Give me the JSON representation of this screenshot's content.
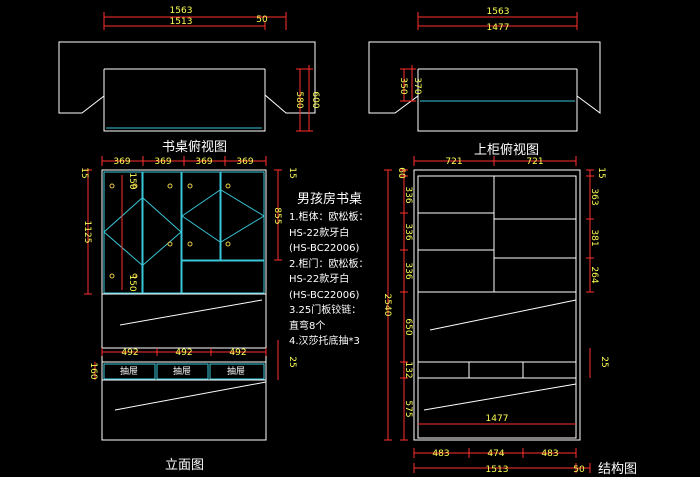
{
  "colors": {
    "dim": "#ff3030",
    "text_dim": "#ffff55",
    "line": "#ffffff",
    "panel": "#39c6d6",
    "hinge": "#e8c84a",
    "background": "#000000"
  },
  "titles": {
    "desk_top": "书桌俯视图",
    "upper_top": "上柜俯视图",
    "elevation": "立面图",
    "structure": "结构图"
  },
  "spec": {
    "title": "男孩房书桌",
    "lines": [
      "1.柜体：欧松板：",
      "HS-22款牙白",
      "(HS-BC22006)",
      "2.柜门：欧松板：",
      "HS-22款牙白",
      "(HS-BC22006)",
      "3.25门板铰链：",
      "直弯8个",
      "4.汉莎托底抽*3"
    ]
  },
  "drawer_label": "抽屉",
  "dims": {
    "desk_top_w1": "1563",
    "desk_top_w2": "1513",
    "desk_top_r": "50",
    "desk_top_d1": "580",
    "desk_top_d2": "600",
    "upper_top_w1": "1563",
    "upper_top_w2": "1477",
    "upper_top_d1": "350",
    "upper_top_d2": "370",
    "elev_door_w": [
      "369",
      "369",
      "369",
      "369"
    ],
    "elev_left_top": "15",
    "elev_left_h": "1125",
    "elev_right_top": "15",
    "elev_right_h": "855",
    "elev_hinge_top": "150",
    "elev_hinge_bot": "150",
    "elev_drawer_w": [
      "492",
      "492",
      "492"
    ],
    "elev_drawer_h": "160",
    "elev_drawer_right": "25",
    "str_top_w": [
      "721",
      "721"
    ],
    "str_left": [
      "60",
      "336",
      "336",
      "336",
      "650",
      "132",
      "575"
    ],
    "str_total_h": "2540",
    "str_right": [
      "15",
      "363",
      "381",
      "264",
      "25"
    ],
    "str_bottom_inner": "1477",
    "str_drawer_w": [
      "483",
      "474",
      "483"
    ],
    "str_total_w": "1513",
    "str_total_r": "50"
  }
}
